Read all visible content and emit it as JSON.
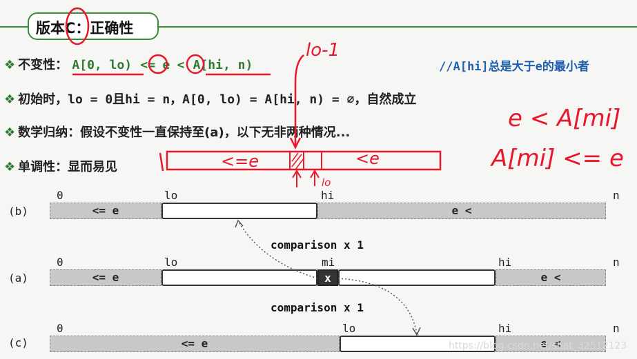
{
  "title": "版本C：正确性",
  "bullets": {
    "invariant_label": "不变性：",
    "invariant_expr_a": "A[0, lo)",
    "invariant_le": "<=",
    "invariant_e": "e",
    "invariant_lt": "<",
    "invariant_expr_b": "A[hi, n)",
    "comment": "//A[hi]总是大于e的最小者",
    "init_label": "初始时，",
    "init_expr": "lo = 0且hi = n，A[0, lo) = A[hi, n) = ∅，自然成立",
    "induction": "数学归纳：假设不变性一直保持至(a)，以下无非两种情况...",
    "monotone": "单调性：显而易见"
  },
  "handwriting": {
    "lo_minus_1": "lo-1",
    "bar_left": "<=e",
    "bar_right": "<e",
    "lo_small": "lo",
    "case1": "e < A[mi]",
    "case2": "A[mi] <= e"
  },
  "diagram": {
    "row_b": {
      "label": "(b)",
      "idx0": "0",
      "idx_lo": "lo",
      "idx_hi": "hi",
      "idx_n": "n",
      "left_text": "<= e",
      "right_text": "e <"
    },
    "cmp1": "comparison x 1",
    "row_a": {
      "label": "(a)",
      "idx0": "0",
      "idx_lo": "lo",
      "idx_mi": "mi",
      "idx_hi": "hi",
      "idx_n": "n",
      "left_text": "<= e",
      "mid_text": "x",
      "right_text": "e <"
    },
    "cmp2": "comparison x 1",
    "row_c": {
      "label": "(c)",
      "idx0": "0",
      "idx_lo": "lo",
      "idx_hi": "hi",
      "idx_n": "n",
      "left_text": "<= e",
      "right_text": "e <"
    }
  },
  "watermark": "https://blog.csdn.net/shat_32512123"
}
